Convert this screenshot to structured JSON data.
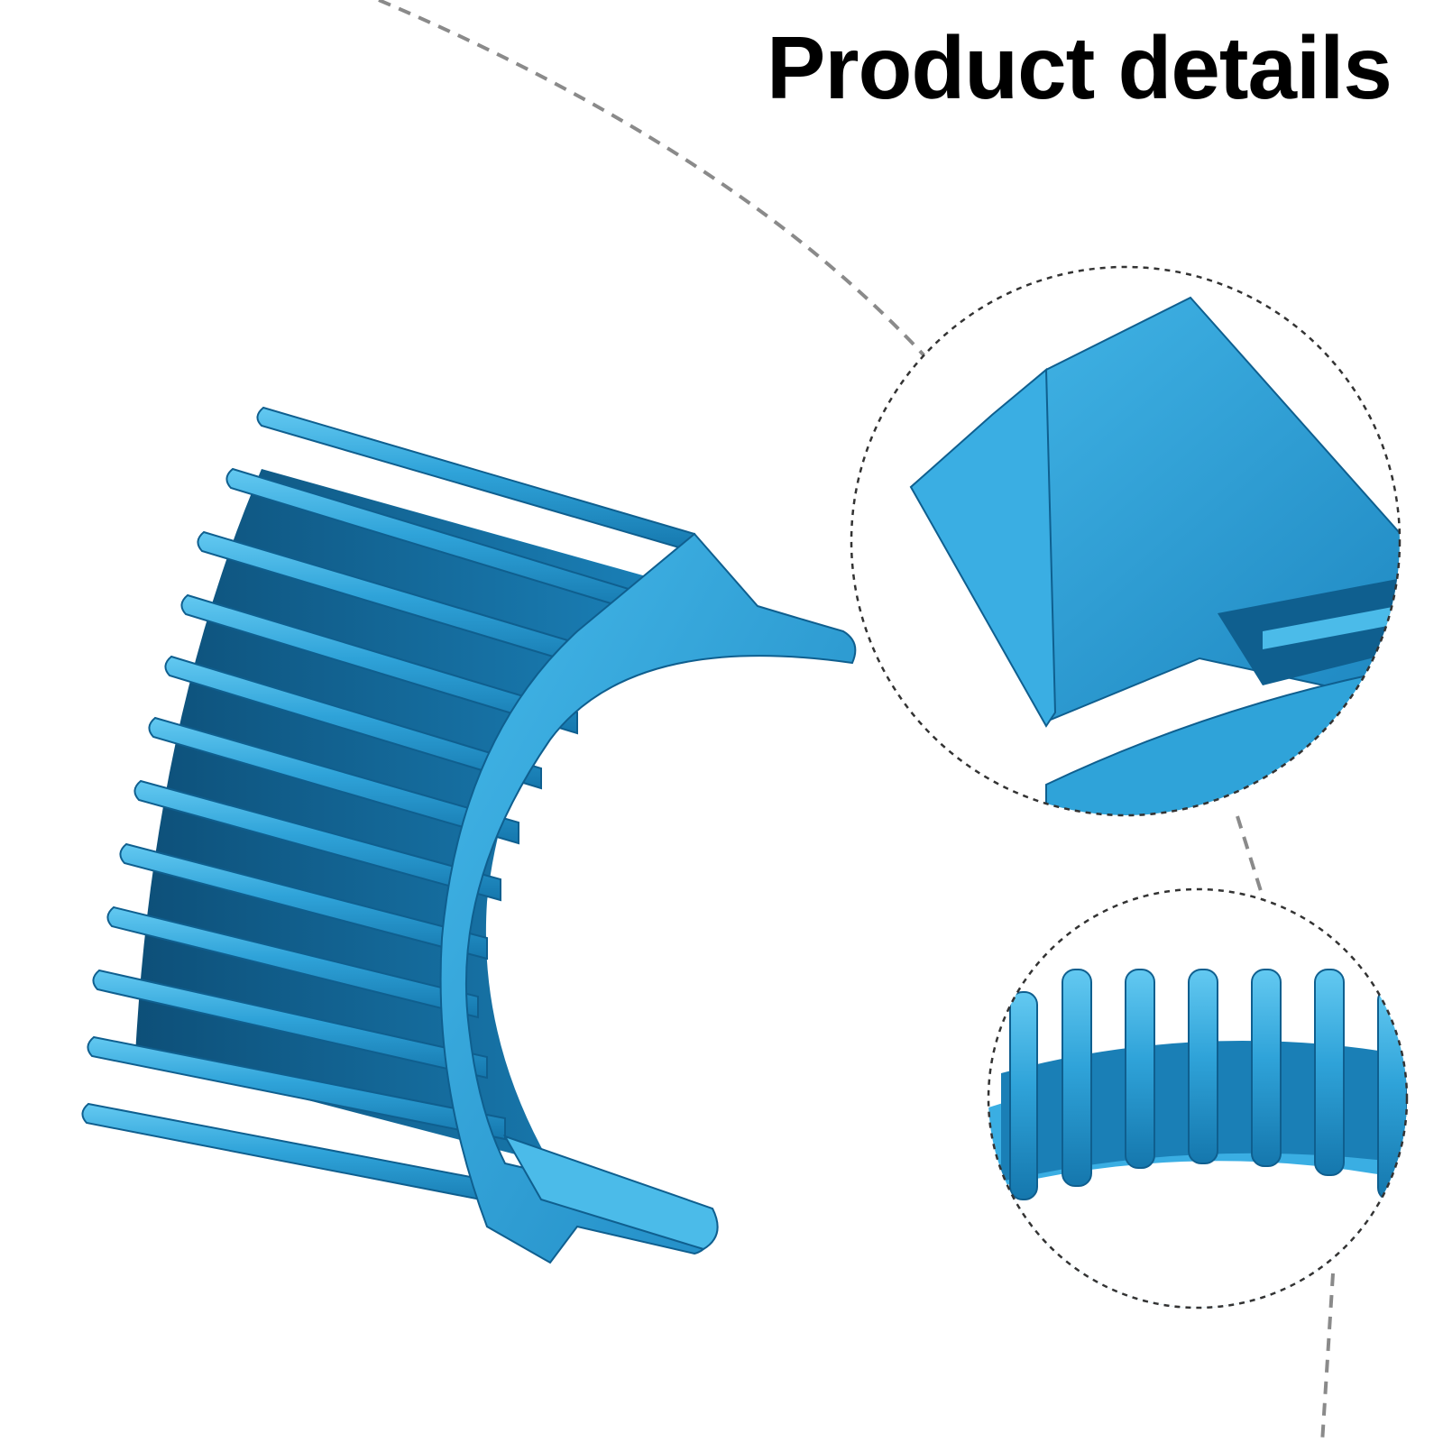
{
  "page": {
    "heading": "Product details"
  },
  "colors": {
    "background": "#ffffff",
    "product_blue": "#2fa3d9",
    "product_blue_dark": "#0f5f8f",
    "product_blue_light": "#5cc4ee",
    "dashed_line": "#8a8a8a",
    "text": "#000000"
  },
  "scene": {
    "main_product": "blue-heatsink",
    "zoom_callouts": [
      "heatsink-clip-detail",
      "heatsink-fins-detail"
    ]
  }
}
